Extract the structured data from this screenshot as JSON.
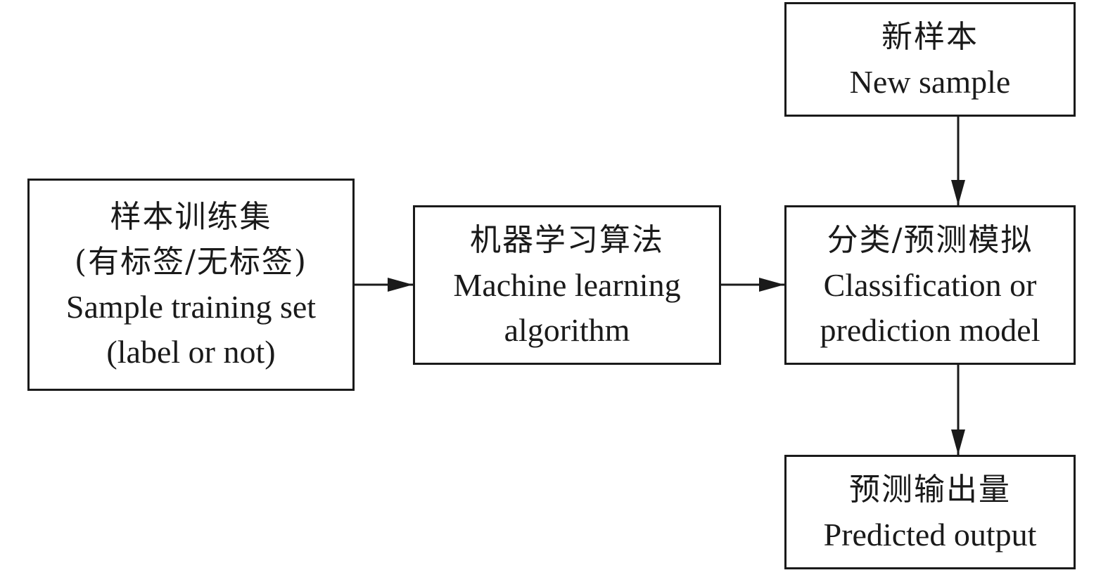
{
  "diagram": {
    "nodes": [
      {
        "id": "training",
        "lines": [
          "样本训练集",
          "(有标签/无标签)",
          "Sample training set",
          "(label or not)"
        ]
      },
      {
        "id": "algorithm",
        "lines": [
          "机器学习算法",
          "Machine learning",
          "algorithm"
        ]
      },
      {
        "id": "new_sample",
        "lines": [
          "新样本",
          "New sample"
        ]
      },
      {
        "id": "model",
        "lines": [
          "分类/预测模拟",
          "Classification or",
          "prediction model"
        ]
      },
      {
        "id": "output",
        "lines": [
          "预测输出量",
          "Predicted output"
        ]
      }
    ],
    "edges": [
      {
        "from": "training",
        "to": "algorithm"
      },
      {
        "from": "algorithm",
        "to": "model"
      },
      {
        "from": "new_sample",
        "to": "model"
      },
      {
        "from": "model",
        "to": "output"
      }
    ],
    "colors": {
      "stroke": "#1a1a1a",
      "background": "#ffffff"
    }
  }
}
